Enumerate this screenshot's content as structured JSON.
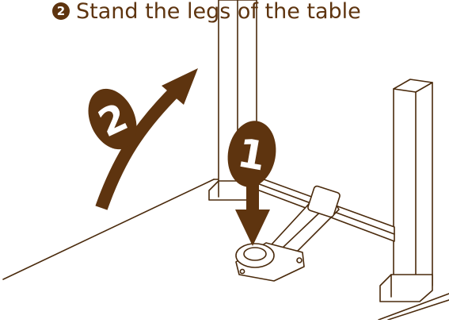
{
  "heading": {
    "step_number": "2",
    "text": "Stand the legs of the table"
  },
  "callouts": {
    "push_step": "1",
    "raise_step": "2"
  },
  "colors": {
    "accent": "#5e340f",
    "line": "#4a2a0c",
    "background": "#ffffff"
  }
}
